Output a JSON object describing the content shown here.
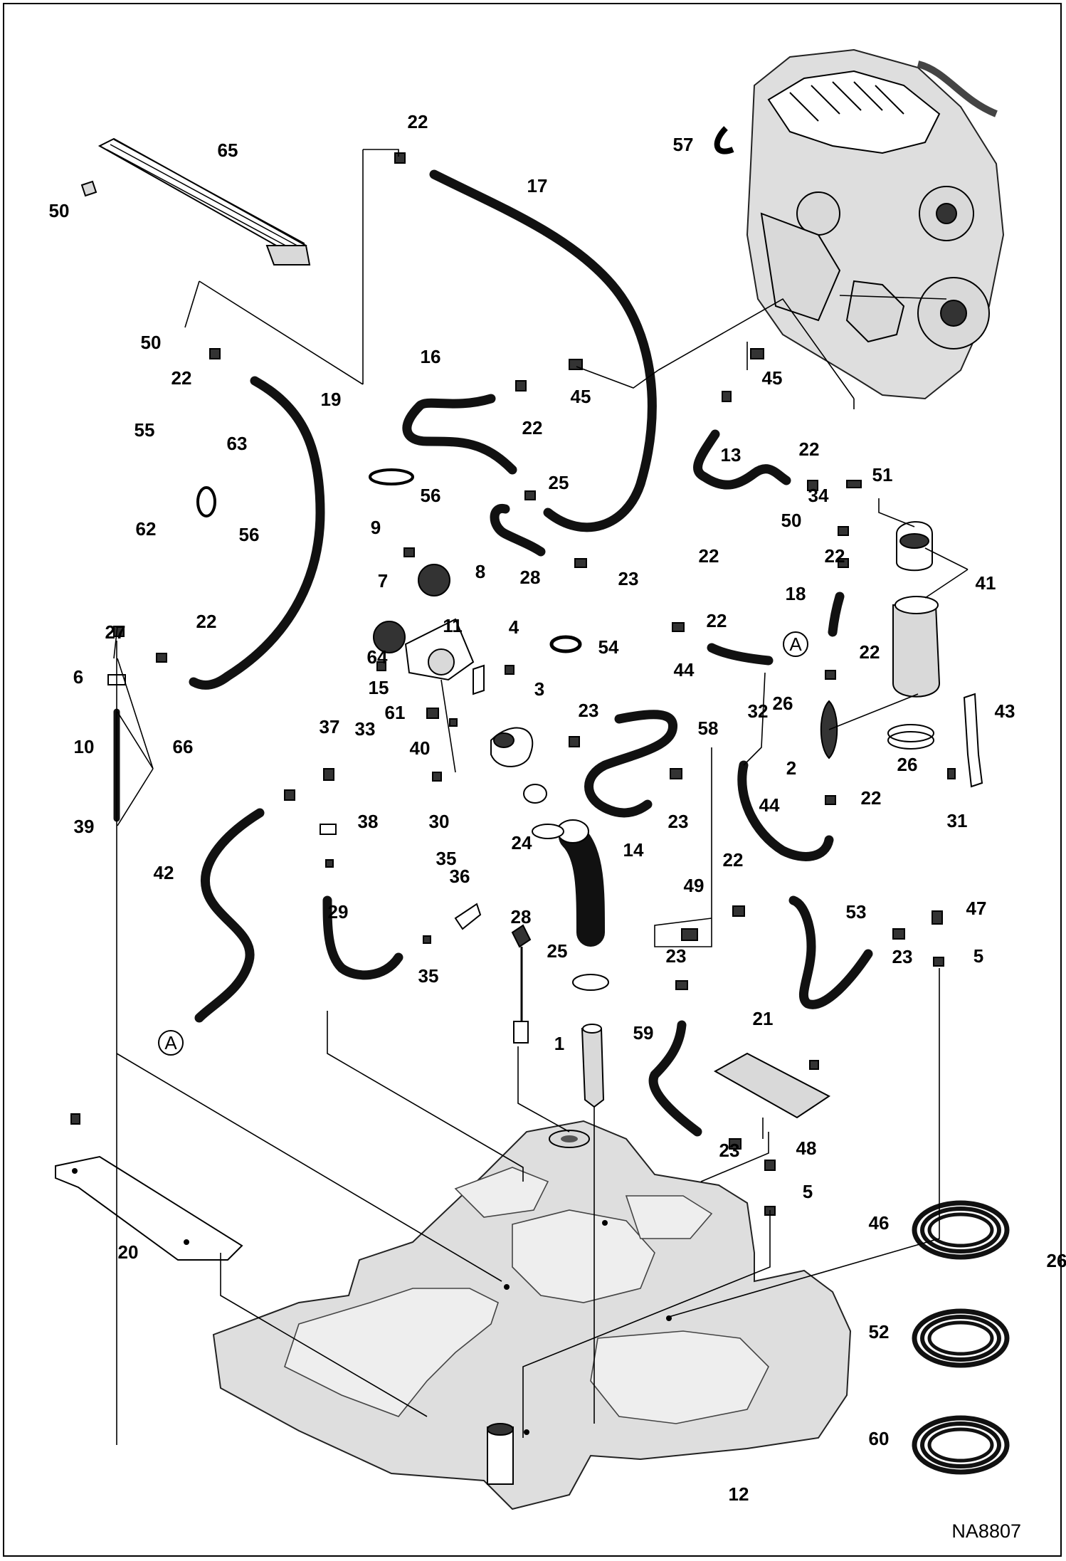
{
  "diagram": {
    "drawing_code": "NA8807",
    "connector_letter": "A",
    "labels": [
      "1",
      "2",
      "3",
      "4",
      "5",
      "5",
      "6",
      "7",
      "8",
      "9",
      "10",
      "11",
      "12",
      "13",
      "14",
      "15",
      "16",
      "17",
      "18",
      "19",
      "20",
      "21",
      "22",
      "22",
      "22",
      "22",
      "22",
      "22",
      "22",
      "22",
      "22",
      "22",
      "22",
      "23",
      "23",
      "23",
      "23",
      "23",
      "23",
      "24",
      "25",
      "25",
      "26",
      "26",
      "26",
      "27",
      "28",
      "28",
      "29",
      "30",
      "31",
      "32",
      "33",
      "34",
      "35",
      "35",
      "36",
      "37",
      "38",
      "39",
      "40",
      "41",
      "42",
      "43",
      "44",
      "44",
      "45",
      "45",
      "46",
      "47",
      "48",
      "49",
      "50",
      "50",
      "50",
      "51",
      "52",
      "53",
      "54",
      "55",
      "56",
      "56",
      "57",
      "58",
      "59",
      "60",
      "61",
      "62",
      "63",
      "64",
      "65",
      "66"
    ],
    "colors": {
      "line": "#000000",
      "hose": "#111111",
      "part_fill": "#d9d9d9",
      "tank_fill": "#dedede"
    }
  }
}
